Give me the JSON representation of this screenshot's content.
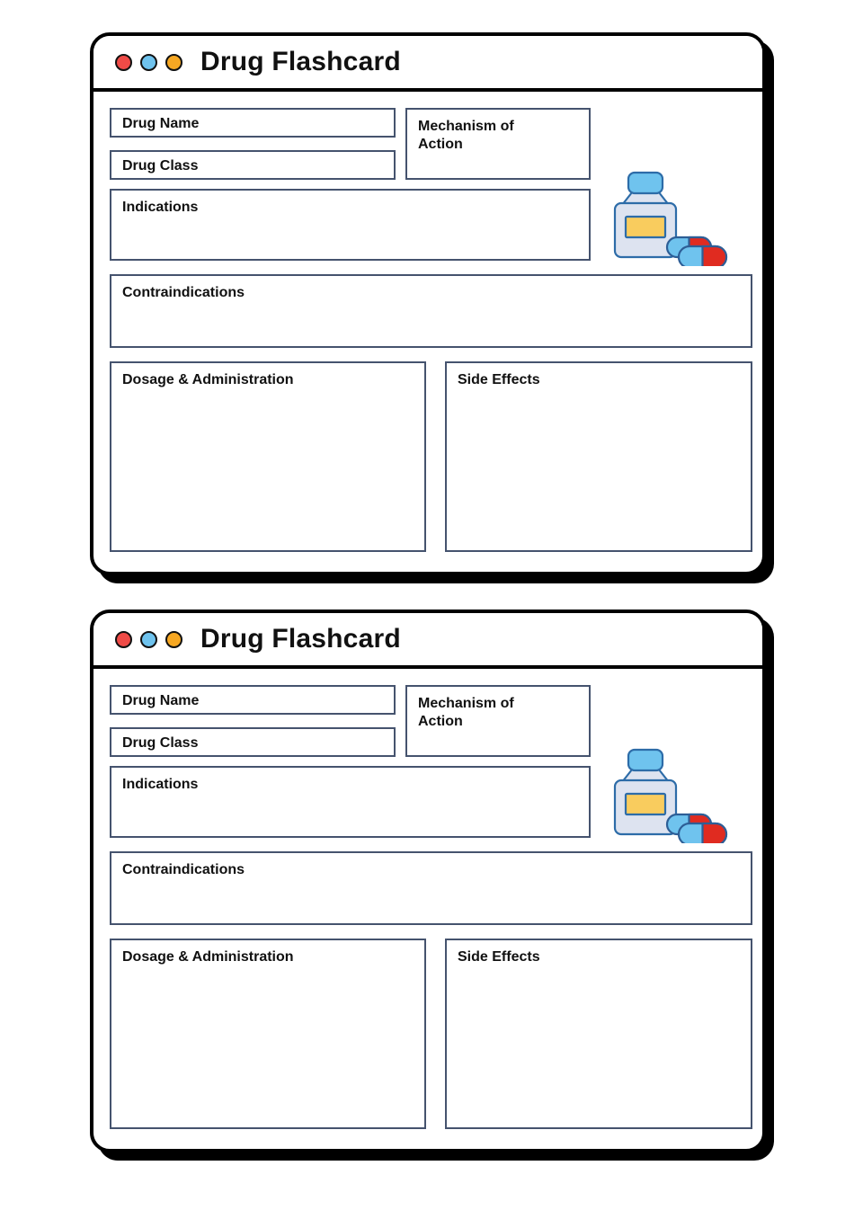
{
  "page": {
    "background": "#ffffff",
    "card_count": 2
  },
  "theme": {
    "outline_black": "#000000",
    "field_border": "#45536E",
    "dot_red": "#EF4B47",
    "dot_blue": "#6FC3EE",
    "dot_yellow": "#F7A823",
    "bottle_cap": "#6FC3EE",
    "bottle_body": "#DDE3F0",
    "bottle_outline": "#2D6CA8",
    "bottle_label": "#F9CC5E",
    "pill_blue": "#6FC3EE",
    "pill_red": "#E02B20",
    "pill_outline": "#2D5E96"
  },
  "card": {
    "title": "Drug Flashcard",
    "window_dots": [
      {
        "name": "close-dot",
        "color": "#EF4B47"
      },
      {
        "name": "minimize-dot",
        "color": "#6FC3EE"
      },
      {
        "name": "maximize-dot",
        "color": "#F7A823"
      }
    ],
    "fields": {
      "drug_name": "Drug Name",
      "drug_class": "Drug Class",
      "mechanism_of_action": "Mechanism of\nAction",
      "indications": "Indications",
      "contraindications": "Contraindications",
      "dosage_administration": "Dosage & Administration",
      "side_effects": "Side Effects"
    },
    "illustration": {
      "name": "pill-bottle-icon",
      "description": "Medicine bottle with yellow label and two capsule pills"
    }
  },
  "cards": [
    {
      "index": 1,
      "title": "Drug Flashcard"
    },
    {
      "index": 2,
      "title": "Drug Flashcard"
    }
  ]
}
